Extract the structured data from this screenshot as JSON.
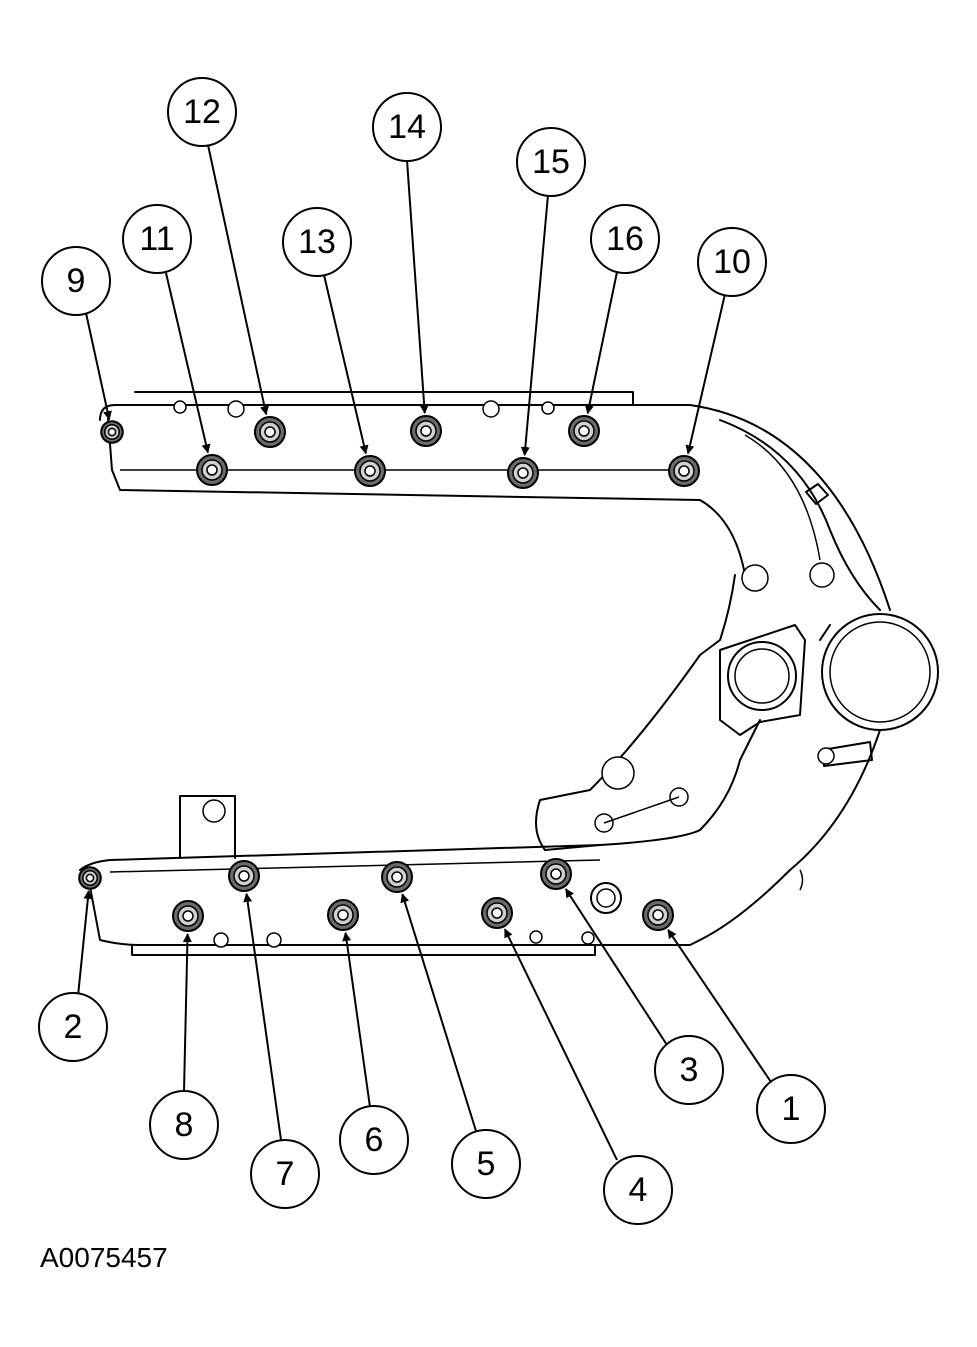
{
  "figure_id": "A0075457",
  "callouts": [
    {
      "label": "1"
    },
    {
      "label": "2"
    },
    {
      "label": "3"
    },
    {
      "label": "4"
    },
    {
      "label": "5"
    },
    {
      "label": "6"
    },
    {
      "label": "7"
    },
    {
      "label": "8"
    },
    {
      "label": "9"
    },
    {
      "label": "10"
    },
    {
      "label": "11"
    },
    {
      "label": "12"
    },
    {
      "label": "13"
    },
    {
      "label": "14"
    },
    {
      "label": "15"
    },
    {
      "label": "16"
    }
  ]
}
